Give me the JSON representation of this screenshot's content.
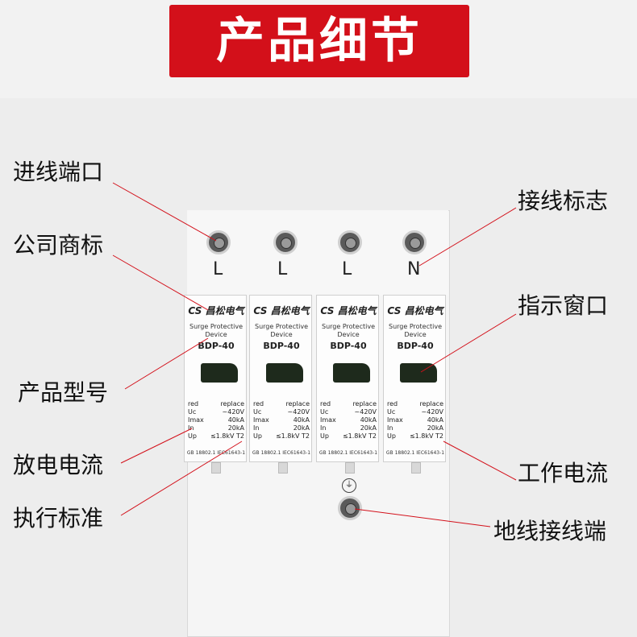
{
  "banner": {
    "title": "产品细节"
  },
  "labels_left": {
    "incoming_port": "进线端口",
    "company_logo": "公司商标",
    "product_model": "产品型号",
    "discharge_current": "放电电流",
    "standard": "执行标准"
  },
  "labels_right": {
    "wiring_mark": "接线标志",
    "indicator_window": "指示窗口",
    "working_current": "工作电流",
    "ground_terminal": "地线接线端"
  },
  "terminals": [
    "L",
    "L",
    "L",
    "N"
  ],
  "module": {
    "brand_logo": "CS",
    "brand_name": "昌松电气",
    "desc_line1": "Surge Protective",
    "desc_line2": "Device",
    "model": "BDP-40",
    "red_label": "red",
    "replace_label": "replace",
    "uc_key": "Uc",
    "uc_val": "~420V",
    "imax_key": "Imax",
    "imax_val": "40kA",
    "in_key": "In",
    "in_val": "20kA",
    "up_key": "Up",
    "up_val": "≤1.8kV",
    "class_badge": "T2",
    "standard": "GB 18802.1 IEC61643-1"
  },
  "colors": {
    "banner_red": "#d3101a",
    "leader_red": "#d3101a",
    "window_dark": "#1e2a1c"
  }
}
